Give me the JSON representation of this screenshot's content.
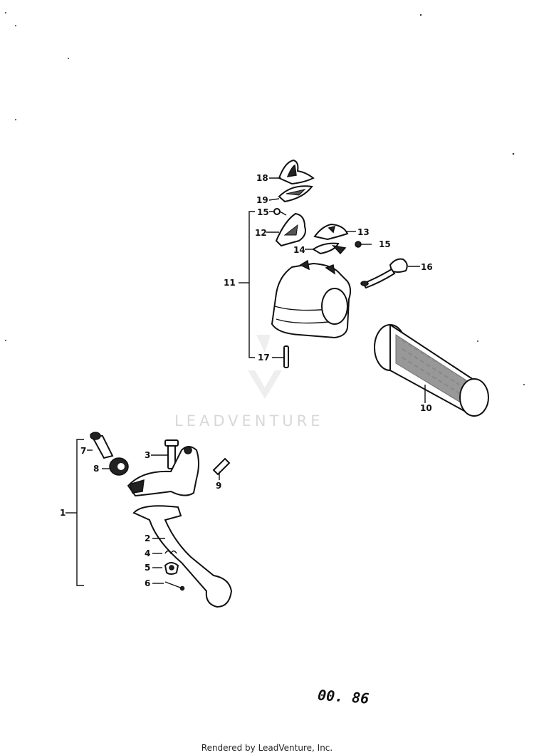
{
  "callouts": {
    "p1": "1",
    "p2": "2",
    "p3": "3",
    "p4": "4",
    "p5": "5",
    "p6": "6",
    "p7": "7",
    "p8": "8",
    "p9": "9",
    "p10": "10",
    "p11": "11",
    "p12": "12",
    "p13": "13",
    "p14": "14",
    "p15a": "15",
    "p15b": "15",
    "p16": "16",
    "p17": "17",
    "p18": "18",
    "p19": "19"
  },
  "watermark": {
    "text": "LEADVENTURE"
  },
  "diagram_code": "00. 86",
  "footer": {
    "text": "Rendered by LeadVenture, Inc."
  }
}
